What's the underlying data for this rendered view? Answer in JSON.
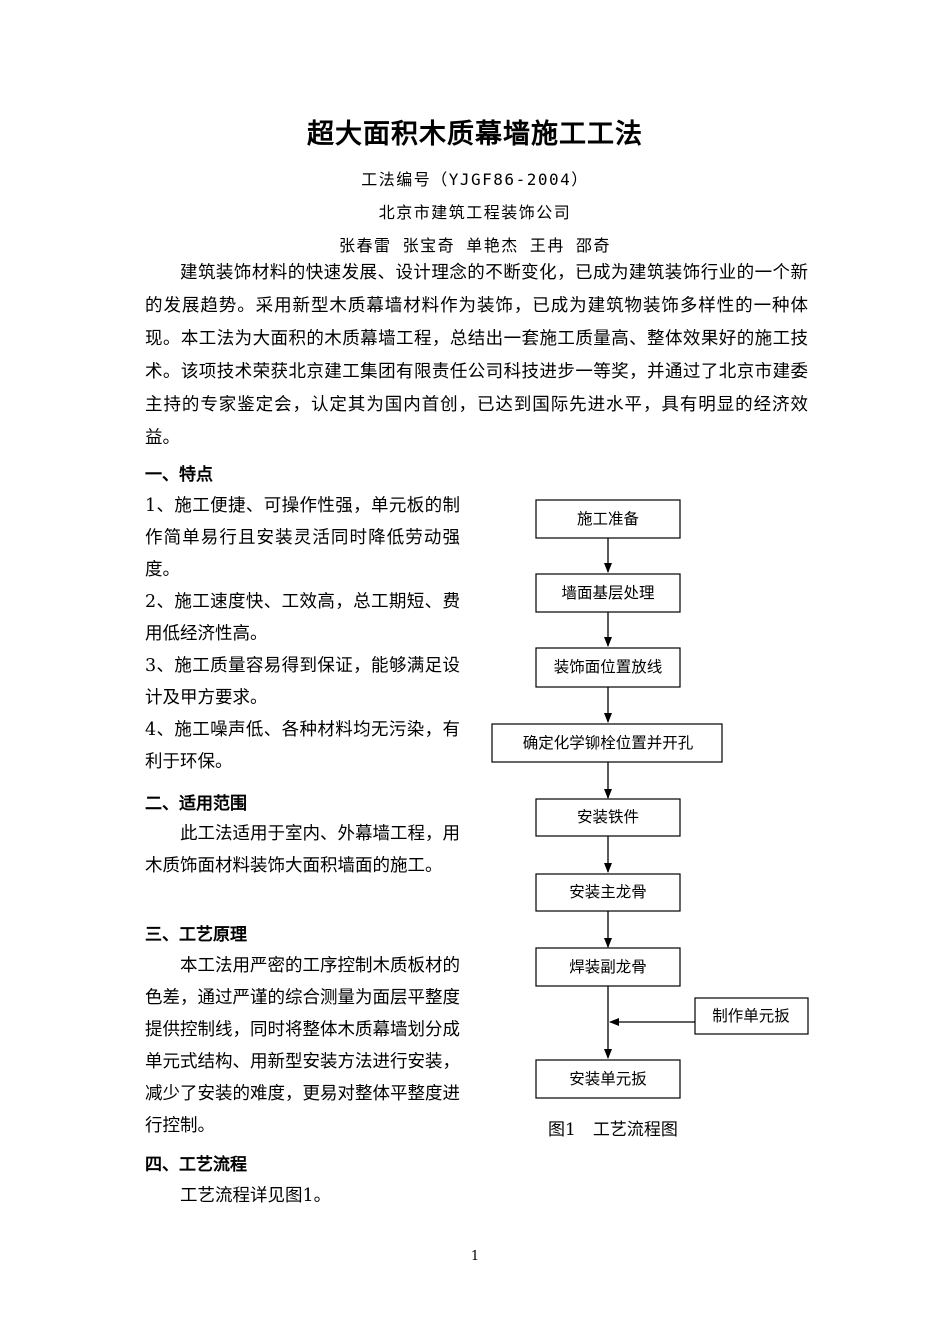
{
  "title": "超大面积木质幕墙施工工法",
  "code": "工法编号（YJGF86-2004）",
  "company": "北京市建筑工程装饰公司",
  "authors": "张春雷 张宝奇 单艳杰 王冉 邵奇",
  "intro": "建筑装饰材料的快速发展、设计理念的不断变化，已成为建筑装饰行业的一个新的发展趋势。采用新型木质幕墙材料作为装饰，已成为建筑物装饰多样性的一种体现。本工法为大面积的木质幕墙工程，总结出一套施工质量高、整体效果好的施工技术。该项技术荣获北京建工集团有限责任公司科技进步一等奖，并通过了北京市建委主持的专家鉴定会，认定其为国内首创，已达到国际先进水平，具有明显的经济效益。",
  "sections": {
    "features": {
      "heading": "一、特点",
      "items": [
        "1、施工便捷、可操作性强，单元板的制作简单易行且安装灵活同时降低劳动强度。",
        "2、施工速度快、工效高，总工期短、费用低经济性高。",
        "3、施工质量容易得到保证，能够满足设计及甲方要求。",
        "4、施工噪声低、各种材料均无污染，有利于环保。"
      ]
    },
    "scope": {
      "heading": "二、适用范围",
      "text": "此工法适用于室内、外幕墙工程，用木质饰面材料装饰大面积墙面的施工。"
    },
    "principle": {
      "heading": "三、工艺原理",
      "text": "本工法用严密的工序控制木质板材的色差，通过严谨的综合测量为面层平整度提供控制线，同时将整体木质幕墙划分成单元式结构、用新型安装方法进行安装，减少了安装的难度，更易对整体平整度进行控制。"
    },
    "process": {
      "heading": "四、工艺流程",
      "text": "工艺流程详见图1。"
    }
  },
  "flowchart": {
    "steps": [
      "施工准备",
      "墙面基层处理",
      "装饰面位置放线",
      "确定化学铆栓位置并开孔",
      "安装铁件",
      "安装主龙骨",
      "焊装副龙骨",
      "安装单元扳"
    ],
    "side_step": "制作单元扳",
    "caption": "图1　工艺流程图"
  },
  "page_number": "1"
}
